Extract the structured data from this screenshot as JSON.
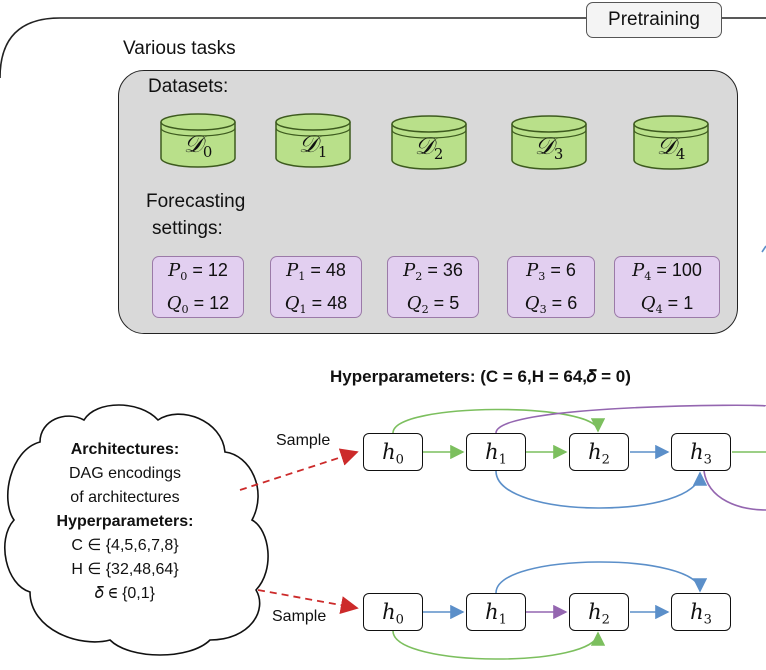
{
  "pretraining_label": "Pretraining",
  "tasks": {
    "title": "Various tasks",
    "datasets_label": "Datasets:",
    "forecasting_label_line1": "Forecasting",
    "forecasting_label_line2": "settings:",
    "datasets": [
      {
        "symbol": "𝒟",
        "index": "0"
      },
      {
        "symbol": "𝒟",
        "index": "1"
      },
      {
        "symbol": "𝒟",
        "index": "2"
      },
      {
        "symbol": "𝒟",
        "index": "3"
      },
      {
        "symbol": "𝒟",
        "index": "4"
      }
    ],
    "settings": [
      {
        "P_index": "0",
        "P_value": "12",
        "Q_index": "0",
        "Q_value": "12"
      },
      {
        "P_index": "1",
        "P_value": "48",
        "Q_index": "1",
        "Q_value": "48"
      },
      {
        "P_index": "2",
        "P_value": "36",
        "Q_index": "2",
        "Q_value": "5"
      },
      {
        "P_index": "3",
        "P_value": "6",
        "Q_index": "3",
        "Q_value": "6"
      },
      {
        "P_index": "4",
        "P_value": "100",
        "Q_index": "4",
        "Q_value": "1"
      }
    ]
  },
  "hyperparameters_title": "Hyperparameters: (C = 6,H = 64,𝛿 = 0)",
  "search_space": {
    "architectures_heading": "Architectures:",
    "architectures_line1": "DAG encodings",
    "architectures_line2": "of architectures",
    "hyperparameters_heading": "Hyperparameters:",
    "c_range": "C ∈ {4,5,6,7,8}",
    "h_range": "H ∈ {32,48,64}",
    "delta_range": "𝛿 ∈ {0,1}"
  },
  "sample_label": "Sample",
  "dag_top": {
    "nodes": [
      {
        "symbol": "h",
        "index": "0"
      },
      {
        "symbol": "h",
        "index": "1"
      },
      {
        "symbol": "h",
        "index": "2"
      },
      {
        "symbol": "h",
        "index": "3"
      }
    ]
  },
  "dag_bottom": {
    "nodes": [
      {
        "symbol": "h",
        "index": "0"
      },
      {
        "symbol": "h",
        "index": "1"
      },
      {
        "symbol": "h",
        "index": "2"
      },
      {
        "symbol": "h",
        "index": "3"
      }
    ]
  },
  "colors": {
    "dataset_fill": "#b9e08a",
    "dataset_stroke": "#3d5a1e",
    "setting_fill": "#e2cff0",
    "panel_fill": "#d9d9d9",
    "edge_green": "#7cbf5e",
    "edge_blue": "#5b8fc9",
    "edge_purple": "#9466b0",
    "sample_arrow": "#cc2a2a"
  }
}
